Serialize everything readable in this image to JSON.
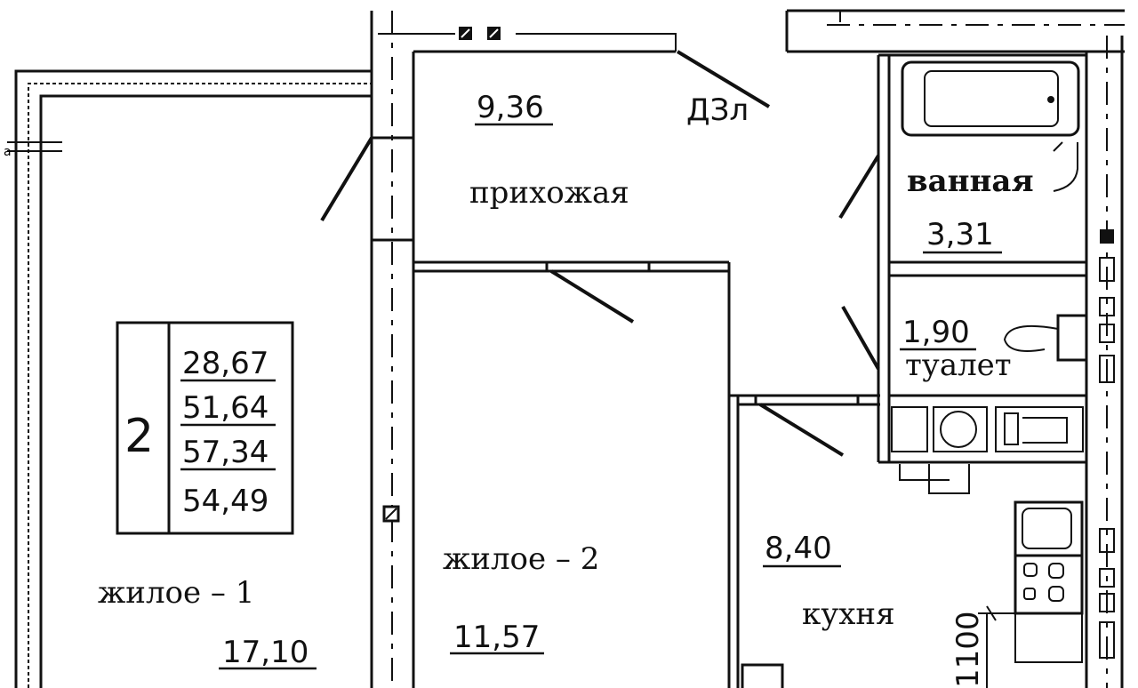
{
  "rooms": {
    "hallway": {
      "name": "прихожая",
      "area": "9,36"
    },
    "bathroom": {
      "name": "ванная",
      "area": "3,31"
    },
    "toilet": {
      "name": "туалет",
      "area": "1,90"
    },
    "kitchen": {
      "name": "кухня",
      "area": "8,40"
    },
    "living1": {
      "name": "жилое – 1",
      "area": "17,10"
    },
    "living2": {
      "name": "жилое – 2",
      "area": "11,57"
    }
  },
  "summary": {
    "rooms_count": "2",
    "areas": [
      "28,67",
      "51,64",
      "57,34",
      "54,49"
    ]
  },
  "labels": {
    "door_mark": "ДЗл",
    "dimension": "1100",
    "axis_mark": "а"
  }
}
